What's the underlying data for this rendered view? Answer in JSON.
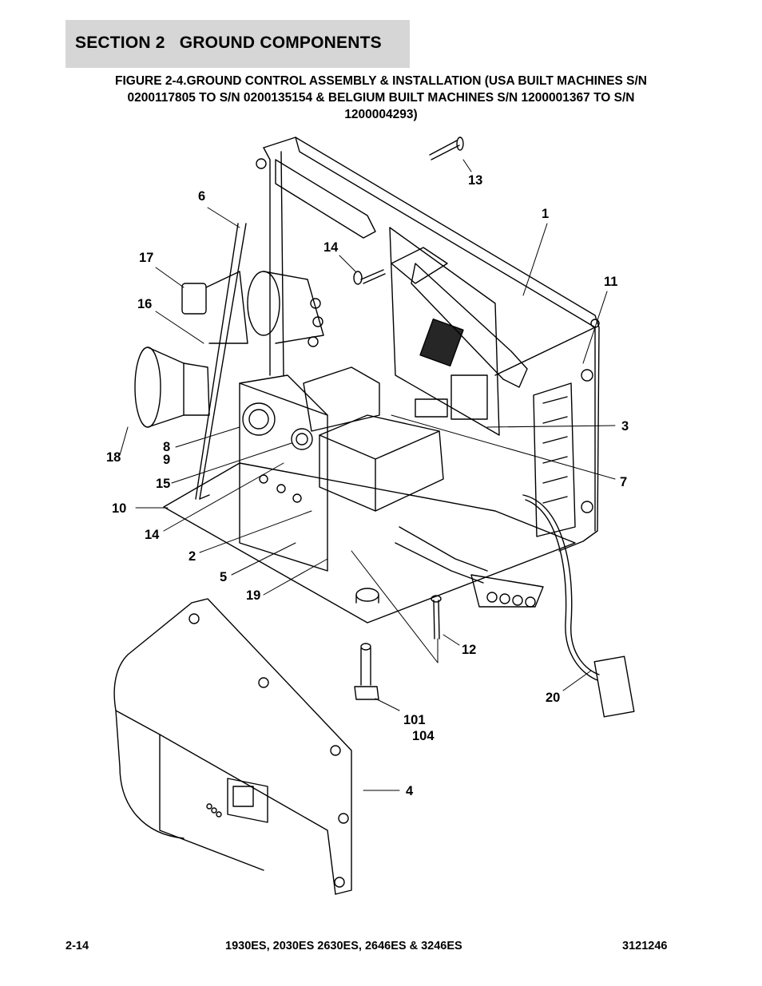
{
  "header": {
    "section": "SECTION 2   GROUND COMPONENTS",
    "figure_title_lines": [
      "FIGURE 2-4.GROUND CONTROL ASSEMBLY & INSTALLATION (USA BUILT MACHINES S/N",
      "0200117805 TO S/N 0200135154 & BELGIUM BUILT MACHINES S/N 1200001367 TO S/N",
      "1200004293)"
    ]
  },
  "callouts": {
    "c13": "13",
    "c1": "1",
    "c6": "6",
    "c14a": "14",
    "c17": "17",
    "c11": "11",
    "c16": "16",
    "c3": "3",
    "c8": "8",
    "c9": "9",
    "c18": "18",
    "c7": "7",
    "c15": "15",
    "c10": "10",
    "c14b": "14",
    "c2": "2",
    "c5": "5",
    "c19": "19",
    "c12": "12",
    "c20": "20",
    "c101": "101",
    "c104": "104",
    "c4": "4"
  },
  "footer": {
    "page": "2-14",
    "models": "1930ES, 2030ES 2630ES, 2646ES & 3246ES",
    "doc_number": "3121246"
  }
}
